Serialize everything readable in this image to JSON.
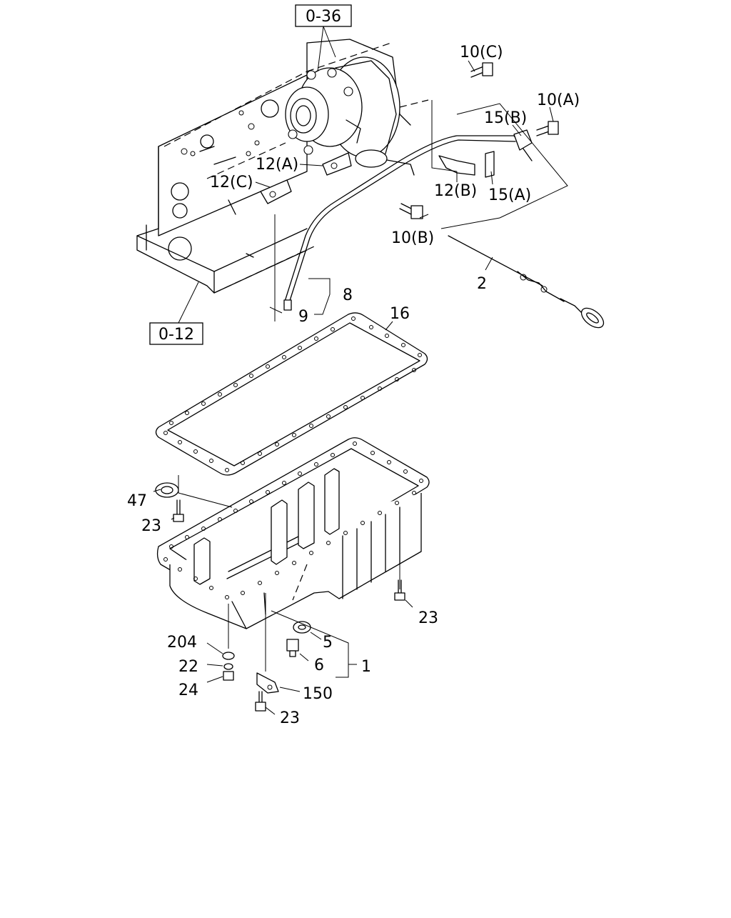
{
  "references": [
    {
      "id": "ref-engine-top",
      "text": "0-36"
    },
    {
      "id": "ref-block",
      "text": "0-12"
    }
  ],
  "callouts": {
    "c10c": "10(C)",
    "c10a": "10(A)",
    "c15b": "15(B)",
    "c12a": "12(A)",
    "c12c": "12(C)",
    "c12b": "12(B)",
    "c15a": "15(A)",
    "c10b": "10(B)",
    "c2": "2",
    "c8": "8",
    "c9": "9",
    "c16": "16",
    "c47": "47",
    "c23a": "23",
    "c23b": "23",
    "c5": "5",
    "c1": "1",
    "c6": "6",
    "c204": "204",
    "c22": "22",
    "c24": "24",
    "c150": "150",
    "c23c": "23"
  }
}
